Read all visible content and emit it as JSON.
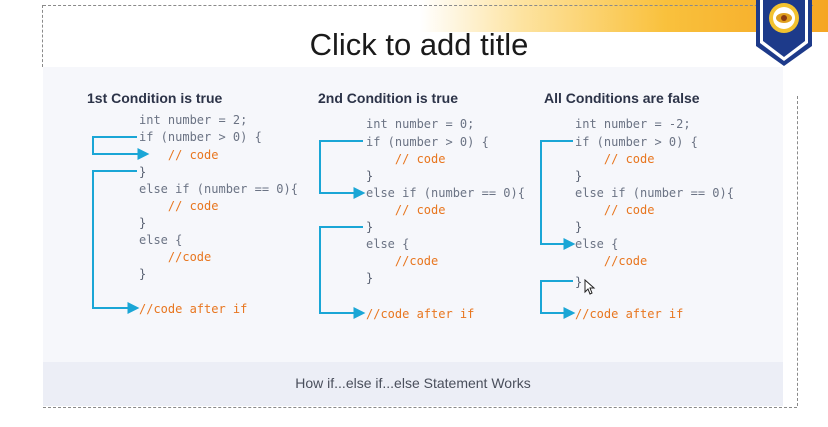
{
  "slide": {
    "title_placeholder": "Click to add title",
    "caption": "How if...else if...else Statement Works",
    "accent_color": "#1aa6d6",
    "comment_color": "#e8761f",
    "emblem_icon": "university-crest-icon"
  },
  "columns": [
    {
      "title": "1st Condition is true",
      "lines": [
        "int number = 2;",
        "if (number > 0) {",
        "    // code",
        "}",
        "else if (number == 0){",
        "    // code",
        "}",
        "else {",
        "    //code",
        "}",
        "//code after if"
      ]
    },
    {
      "title": "2nd Condition is true",
      "lines": [
        "int number = 0;",
        "if (number > 0) {",
        "    // code",
        "}",
        "else if (number == 0){",
        "    // code",
        "}",
        "else {",
        "    //code",
        "}",
        "//code after if"
      ]
    },
    {
      "title": "All Conditions are false",
      "lines": [
        "int number = -2;",
        "if (number > 0) {",
        "    // code",
        "}",
        "else if (number == 0){",
        "    // code",
        "}",
        "else {",
        "    //code",
        "}",
        "//code after if"
      ]
    }
  ]
}
